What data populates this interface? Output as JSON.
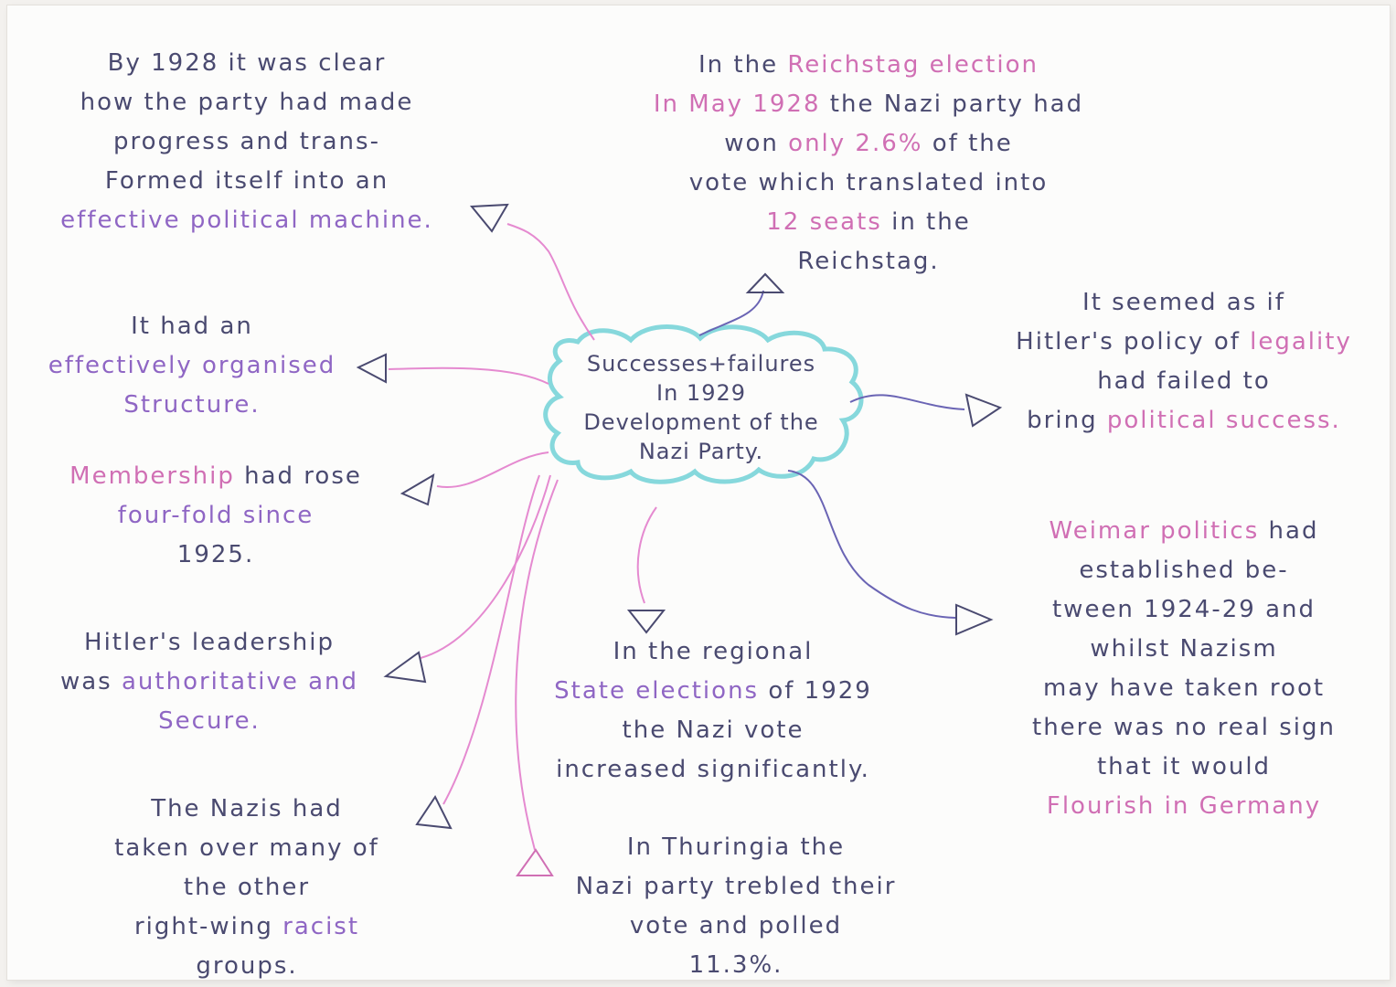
{
  "title": {
    "lines": [
      "Successes+failures",
      "In 1929",
      "Development of the",
      "Nazi Party."
    ]
  },
  "notes": {
    "progress": {
      "segments": [
        {
          "text": "By 1928 it was clear",
          "tone": "ink"
        },
        {
          "text": "how the party had made",
          "tone": "ink"
        },
        {
          "text": "progress and trans-",
          "tone": "ink"
        },
        {
          "text": "Formed itself into an",
          "tone": "ink"
        },
        {
          "text": "effective political machine.",
          "tone": "purple"
        }
      ]
    },
    "election_1928": {
      "line1": {
        "a": "In the ",
        "b": "Reichstag election"
      },
      "line2": {
        "a": "In May 1928",
        "b": " the Nazi party had"
      },
      "line3": {
        "a": "won ",
        "b": "only",
        "c": " 2.6%",
        "d": " of the"
      },
      "line4": "vote which translated into",
      "line5": {
        "a": "12 seats",
        "b": " in the"
      },
      "line6": "Reichstag."
    },
    "structure": {
      "line1": "It had an",
      "line2": "effectively organised",
      "line3": "Structure."
    },
    "legality": {
      "line1": "It seemed as if",
      "line2": {
        "a": "Hitler's policy of ",
        "b": "legality"
      },
      "line3": "had failed to",
      "line4": {
        "a": "bring ",
        "b": "political success."
      }
    },
    "membership": {
      "line1": {
        "a": "Membership",
        "b": " had rose"
      },
      "line2": "four-fold since",
      "line3": "1925."
    },
    "weimar": {
      "line1": {
        "a": "Weimar politics",
        "b": " had"
      },
      "line2": "established be-",
      "line3": "tween 1924-29 and",
      "line4": "whilst Nazism",
      "line5": "may have taken root",
      "line6": "there was no real sign",
      "line7": "that it would",
      "line8": "Flourish in Germany"
    },
    "leadership": {
      "line1": "Hitler's leadership",
      "line2": {
        "a": "was ",
        "b": "authoritative and"
      },
      "line3": "Secure."
    },
    "regional": {
      "line1": "In the regional",
      "line2": {
        "a": "State elections",
        "b": " of 1929"
      },
      "line3": "the Nazi vote",
      "line4": "increased significantly."
    },
    "groups": {
      "line1": "The Nazis had",
      "line2": "taken over many of",
      "line3": "the other",
      "line4": {
        "a": "right-wing",
        "b": " racist"
      },
      "line5": "groups."
    },
    "thuringia": {
      "line1": "In Thuringia the",
      "line2": "Nazi party trebled their",
      "line3": "vote and polled",
      "line4": "11.3%."
    }
  },
  "colors": {
    "ink": "#4a4a70",
    "pink": "#d06fb4",
    "purple": "#8f66c4",
    "cloud": "#86d8dc",
    "pink_line": "#e58ad0",
    "purple_line": "#6a64b4"
  }
}
